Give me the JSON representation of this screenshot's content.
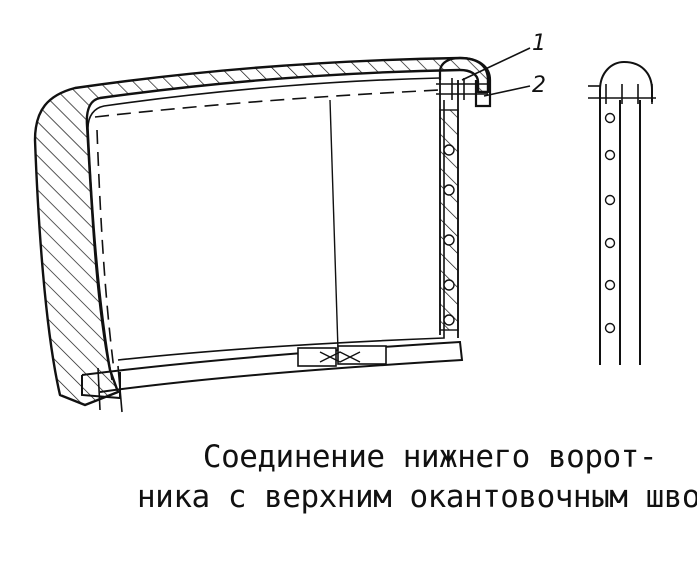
{
  "callouts": {
    "label_1": "1",
    "label_2": "2"
  },
  "caption": {
    "line_1": "Соединение нижнего ворот-",
    "line_2": "ника с верхним окантовочным швом"
  },
  "colors": {
    "ink": "#111111",
    "paper": "#ffffff"
  }
}
